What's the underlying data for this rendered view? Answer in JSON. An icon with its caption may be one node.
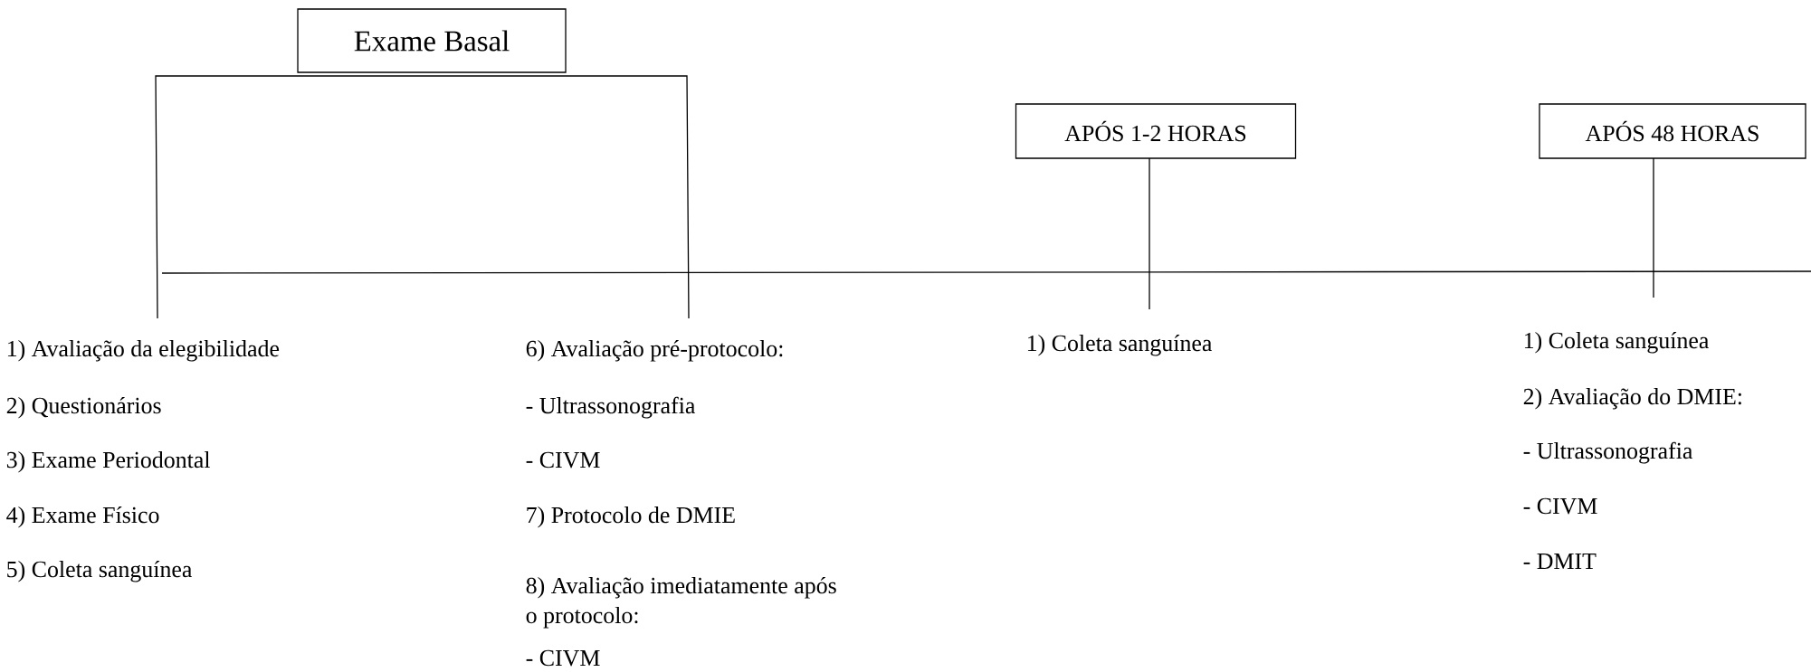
{
  "diagram": {
    "nodes": [
      {
        "text": [
          "Exame Basal"
        ]
      },
      {
        "text": [
          "APÓS 1-2 HORAS"
        ]
      },
      {
        "text": [
          "APÓS 48 HORAS"
        ]
      }
    ],
    "labels": [
      "1) Avaliação da elegibilidade",
      "2) Questionários",
      "3) Exame Periodontal",
      "4) Exame Físico",
      "5) Coleta sanguínea",
      "6) Avaliação pré-protocolo:",
      "- Ultrassonografia",
      "- CIVM",
      "7) Protocolo de DMIE",
      "8) Avaliação imediatamente após o protocolo:",
      "- CIVM",
      "1)   Coleta sanguínea",
      "1) Coleta sanguínea",
      "2) Avaliação do DMIE:",
      "- Ultrassonografia",
      "- CIVM",
      "- DMIT"
    ]
  }
}
